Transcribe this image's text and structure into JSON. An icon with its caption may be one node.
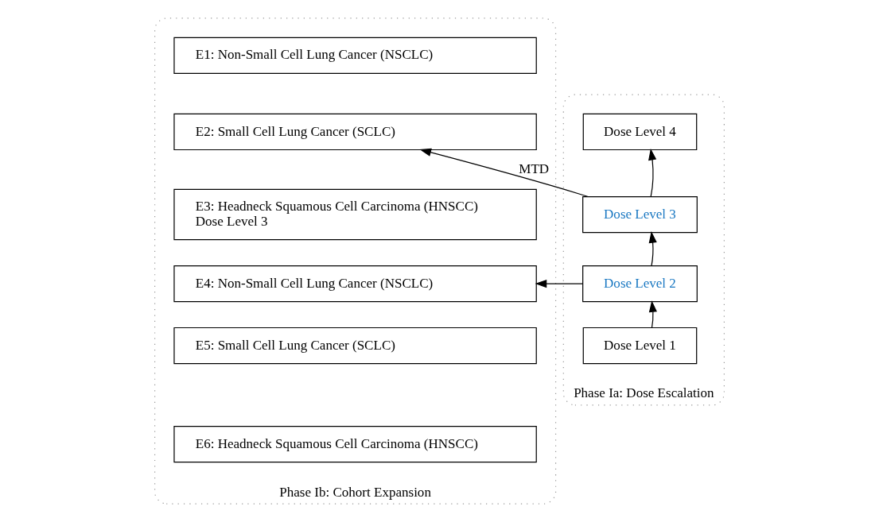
{
  "diagram": {
    "nodes": [
      {
        "text": [
          "Phase Ia: Dose Escalation"
        ]
      },
      {
        "text": [
          "Dose Level 4"
        ],
        "in": 0
      },
      {
        "text": [
          "Dose Level 3"
        ],
        "in": 0
      },
      {
        "text": [
          "Dose Level 2"
        ],
        "in": 0
      },
      {
        "text": [
          "Dose Level 1"
        ],
        "in": 0
      },
      {
        "text": [
          "Phase Ib: Cohort Expansion"
        ]
      },
      {
        "text": [
          "E1: Non-Small Cell Lung Cancer (NSCLC)"
        ],
        "in": 5
      },
      {
        "text": [
          "E2: Small Cell Lung Cancer (SCLC)"
        ],
        "in": 5
      },
      {
        "text": [
          "E3: Headneck Squamous Cell Carcinoma (HNSCC)",
          "Dose Level 3"
        ],
        "in": 5
      },
      {
        "text": [
          "E4: Non-Small Cell Lung Cancer (NSCLC)"
        ],
        "in": 5
      },
      {
        "text": [
          "E5: Small Cell Lung Cancer (SCLC)"
        ],
        "in": 5
      },
      {
        "text": [
          "E6: Headneck Squamous Cell Carcinoma (HNSCC)"
        ],
        "in": 5
      }
    ],
    "edges": [
      {
        "from": 4,
        "to": 3,
        "arrow": "to"
      },
      {
        "from": 3,
        "to": 2,
        "arrow": "to"
      },
      {
        "from": 2,
        "to": 1,
        "arrow": "to"
      },
      {
        "from": 2,
        "to": 7,
        "arrow": "to",
        "label": "MTD"
      },
      {
        "from": 3,
        "to": 9,
        "arrow": "to"
      }
    ]
  }
}
